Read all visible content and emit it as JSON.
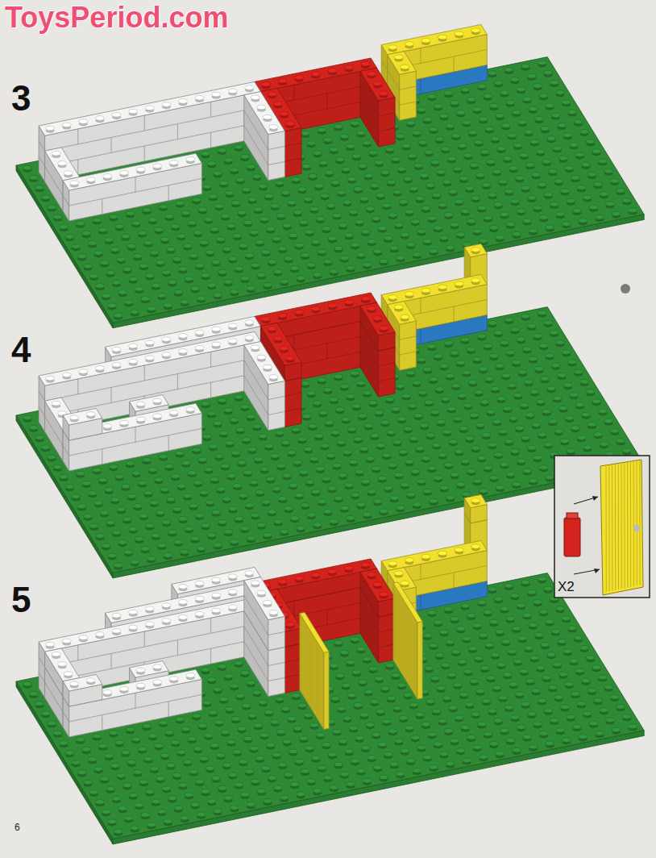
{
  "diagram": {
    "labels": [
      "ToysPeriod.com",
      "3",
      "4",
      "5",
      "X2",
      "6"
    ]
  }
}
